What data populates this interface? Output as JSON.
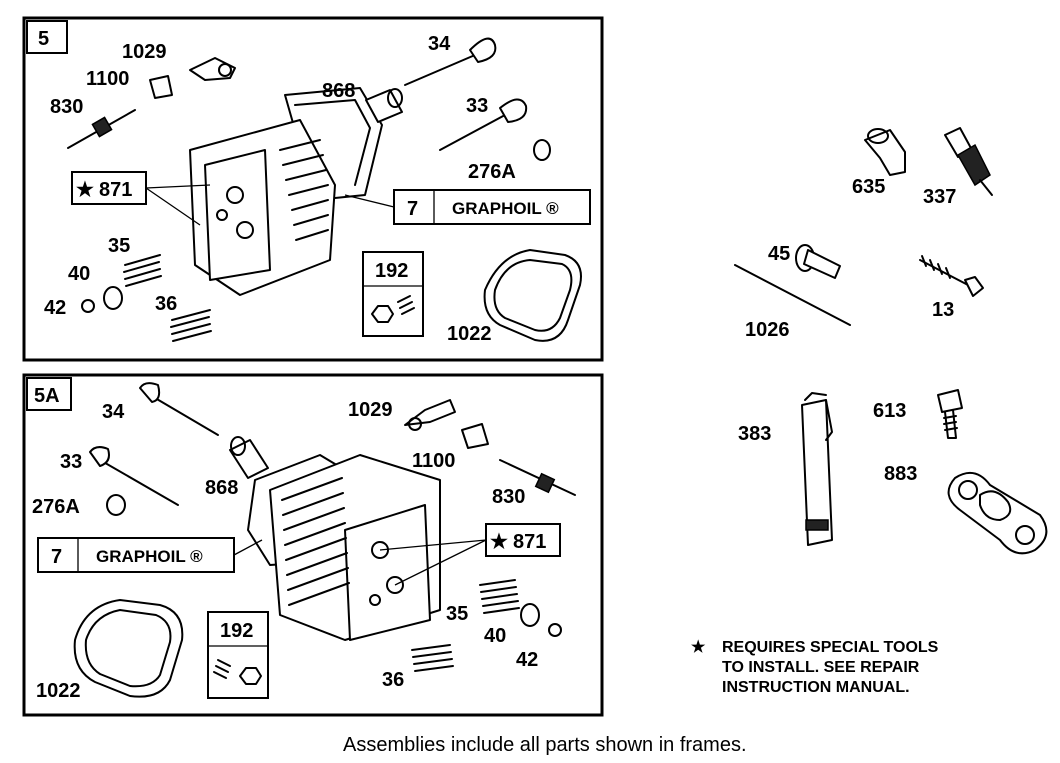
{
  "frames": {
    "top": {
      "id": "5",
      "labels": {
        "p1029": "1029",
        "p1100": "1100",
        "p830": "830",
        "p868": "868",
        "p34": "34",
        "p33": "33",
        "p276a": "276A",
        "p871": "871",
        "p35": "35",
        "p40": "40",
        "p42": "42",
        "p36": "36",
        "p192": "192",
        "p1022": "1022",
        "graphoil_num": "7",
        "graphoil": "GRAPHOIL ®"
      }
    },
    "bottom": {
      "id": "5A",
      "labels": {
        "p34": "34",
        "p1029": "1029",
        "p1100": "1100",
        "p33": "33",
        "p868": "868",
        "p830": "830",
        "p276a": "276A",
        "p871": "871",
        "graphoil_num": "7",
        "graphoil": "GRAPHOIL ®",
        "p35": "35",
        "p40": "40",
        "p42": "42",
        "p192": "192",
        "p1022": "1022",
        "p36": "36"
      }
    }
  },
  "loose_parts": {
    "p635": "635",
    "p337": "337",
    "p45": "45",
    "p13": "13",
    "p1026": "1026",
    "p383": "383",
    "p613": "613",
    "p883": "883"
  },
  "note": {
    "line1": "REQUIRES SPECIAL TOOLS",
    "line2": "TO INSTALL.  SEE REPAIR",
    "line3": "INSTRUCTION MANUAL."
  },
  "footer": "Assemblies include all parts shown in frames."
}
